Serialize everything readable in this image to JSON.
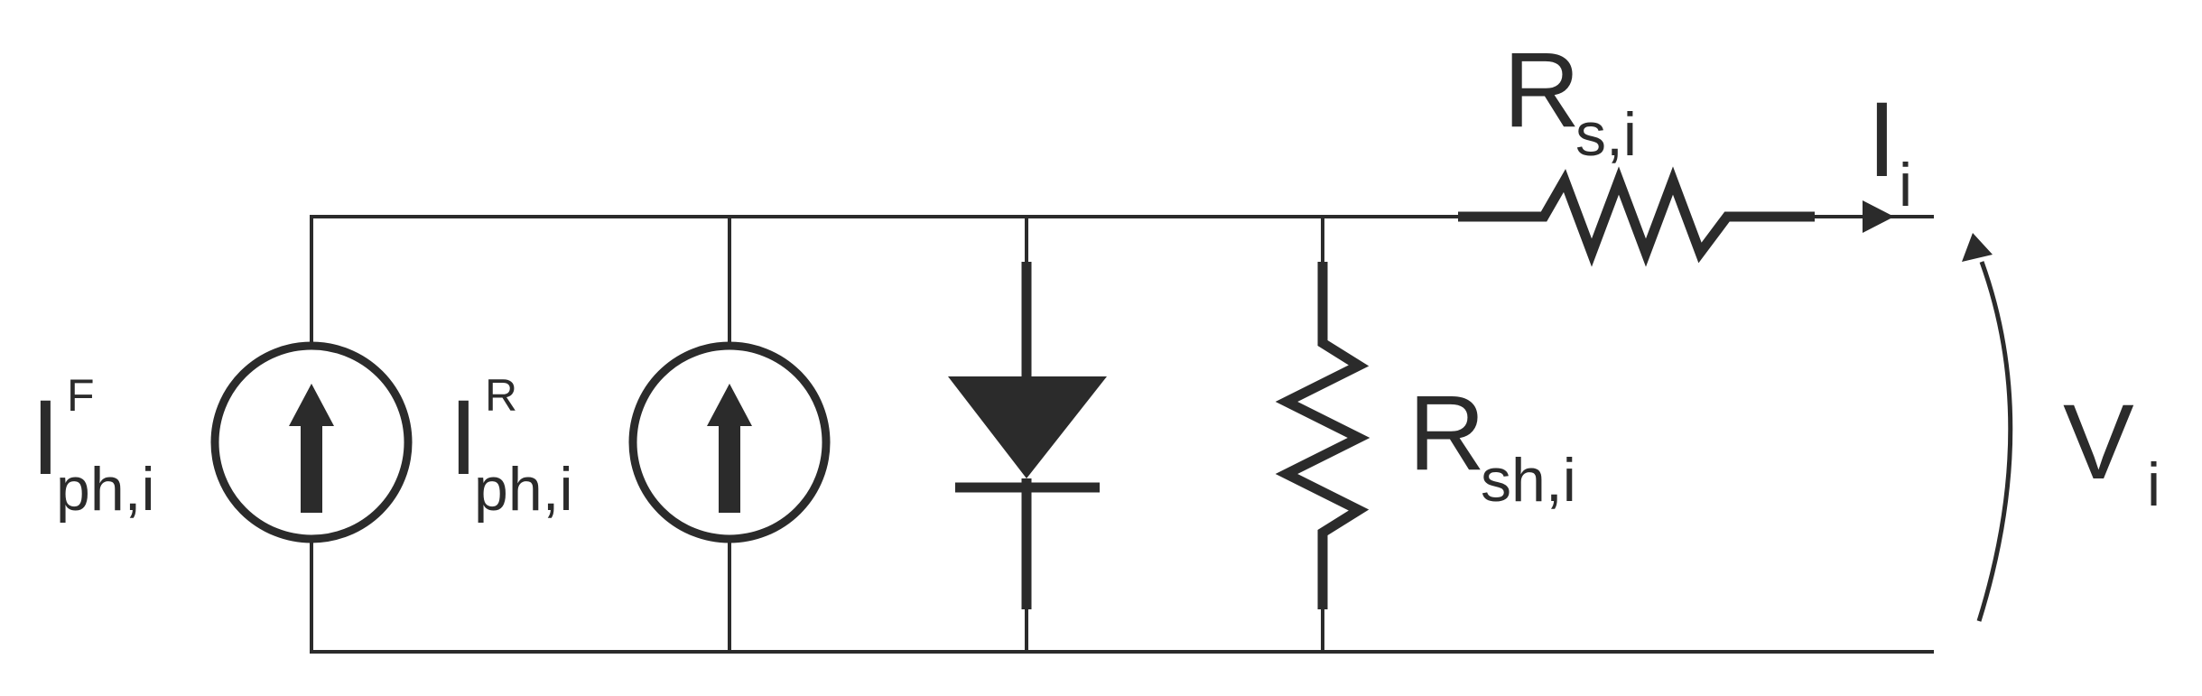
{
  "colors": {
    "ink": "#2b2b2b",
    "background": "#ffffff"
  },
  "labels": {
    "source_forward": {
      "main": "I",
      "sup": "F",
      "sub": "ph,i"
    },
    "source_reverse": {
      "main": "I",
      "sup": "R",
      "sub": "ph,i"
    },
    "series_resistor": {
      "main": "R",
      "sub": "s,i"
    },
    "shunt_resistor": {
      "main": "R",
      "sub": "sh,i"
    },
    "output_current": {
      "main": "I",
      "sub": "i"
    },
    "output_voltage": {
      "main": "V",
      "sub": "i"
    }
  },
  "icons": {
    "source_forward": "current-source-icon",
    "source_reverse": "current-source-icon",
    "diode": "diode-icon",
    "shunt_resistor": "resistor-icon",
    "series_resistor": "resistor-icon",
    "current_arrow": "arrow-right-icon",
    "voltage_arrow": "curved-arrow-up-icon"
  }
}
